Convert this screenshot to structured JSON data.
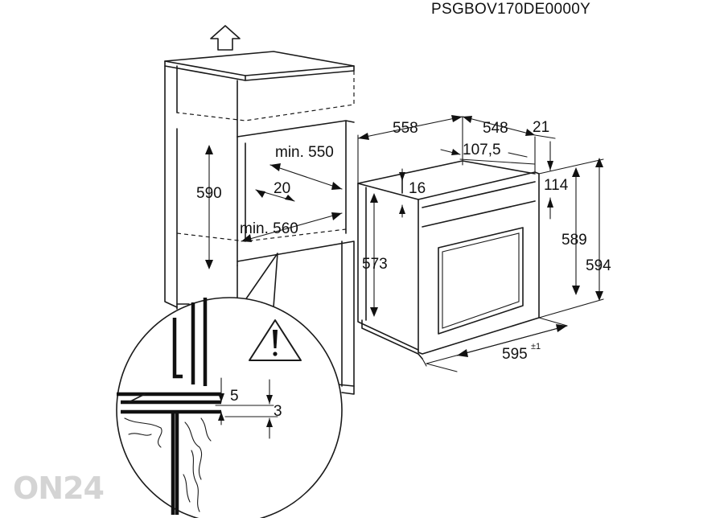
{
  "model_code": "PSGBOV170DE0000Y",
  "watermark": "ON24",
  "dimensions": {
    "niche_depth": "min. 550",
    "niche_gap": "20",
    "niche_width": "min. 560",
    "niche_height": "590",
    "oven_depth_total": "558",
    "oven_depth_body": "548",
    "panel_offset": "21",
    "top_gap": "107,5",
    "side_offset": "16",
    "panel_top": "114",
    "body_height": "573",
    "front_height_inner": "589",
    "front_height": "594",
    "front_width": "595",
    "front_width_tolerance": "±1",
    "detail_gap_a": "5",
    "detail_gap_b": "3"
  },
  "icons": {
    "install_direction": "arrow-up-icon",
    "warning": "warning-triangle-icon"
  }
}
